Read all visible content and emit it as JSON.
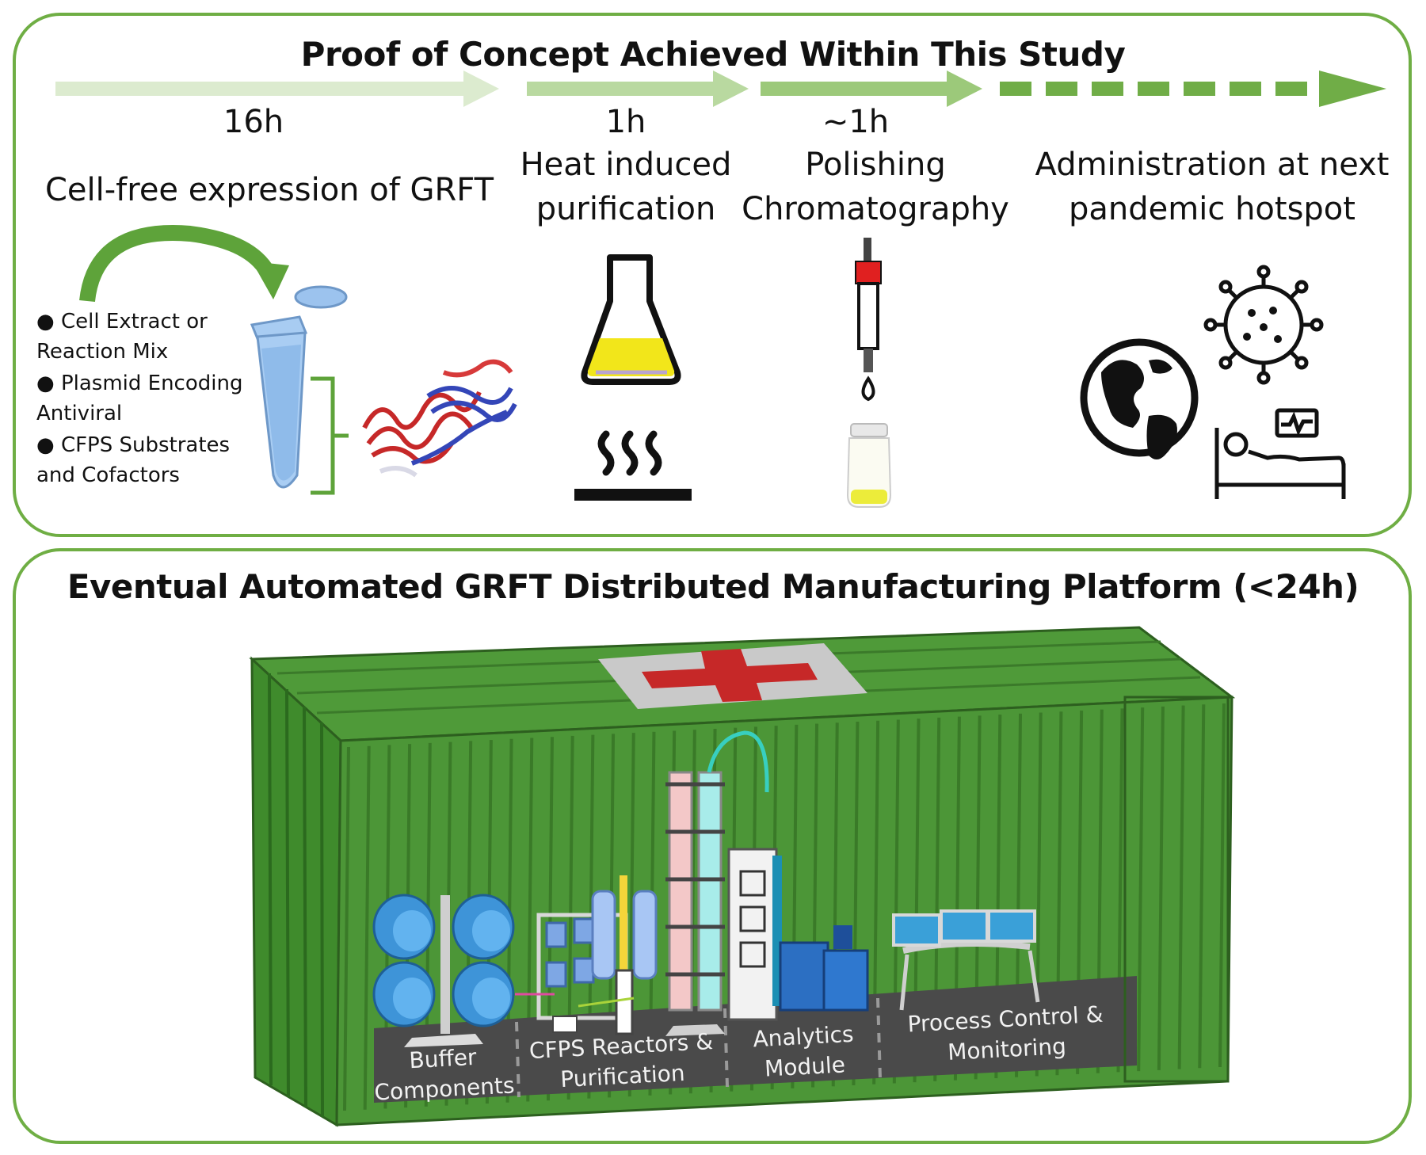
{
  "top_panel": {
    "title": "Proof of Concept Achieved Within This Study",
    "steps": [
      {
        "time": "16h",
        "label": "Cell-free expression of GRFT"
      },
      {
        "time": "1h",
        "label_line1": "Heat induced",
        "label_line2": "purification"
      },
      {
        "time": "~1h",
        "label_line1": "Polishing",
        "label_line2": "Chromatography"
      },
      {
        "label_line1": "Administration at next",
        "label_line2": "pandemic hotspot"
      }
    ],
    "ingredients": [
      "● Cell Extract or",
      "Reaction Mix",
      "● Plasmid Encoding",
      "Antiviral",
      "● CFPS Substrates",
      "and Cofactors"
    ]
  },
  "bottom_panel": {
    "title": "Eventual Automated GRFT Distributed Manufacturing Platform (<24h)",
    "zones": [
      {
        "line1": "Buffer",
        "line2": "Components"
      },
      {
        "line1": "CFPS Reactors &",
        "line2": "Purification"
      },
      {
        "line1": "Analytics",
        "line2": "Module"
      },
      {
        "line1": "Process Control &",
        "line2": "Monitoring"
      }
    ]
  },
  "colors": {
    "border": "#6fae44",
    "arrow_light": "#cfe3bd",
    "arrow_mid": "#a9d18e",
    "arrow_dark": "#70ad47",
    "container": "#3f8b2c",
    "cross": "#c62828"
  }
}
